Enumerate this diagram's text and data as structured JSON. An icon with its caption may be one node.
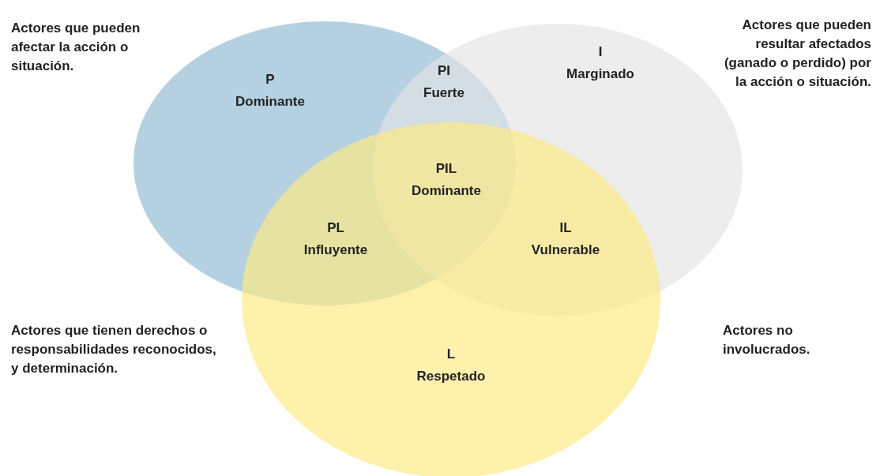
{
  "diagram": {
    "nodes": [
      {
        "text": [
          "P",
          "Dominante"
        ],
        "beside": [
          "Actores que pueden afectar la acción o situación."
        ]
      },
      {
        "text": [
          "I",
          "Marginado"
        ],
        "beside": [
          "Actores que pueden resultar afectados (ganado o perdido) por la acción o situación."
        ]
      },
      {
        "text": [
          "L",
          "Respetado"
        ],
        "beside": [
          "Actores que tienen derechos o responsabilidades reconocidos, y determinación."
        ]
      }
    ],
    "labels": [
      "PI",
      "Fuerte",
      "PIL",
      "Dominante",
      "PL",
      "Influyente",
      "IL",
      "Vulnerable",
      "Actores no involucrados."
    ]
  }
}
